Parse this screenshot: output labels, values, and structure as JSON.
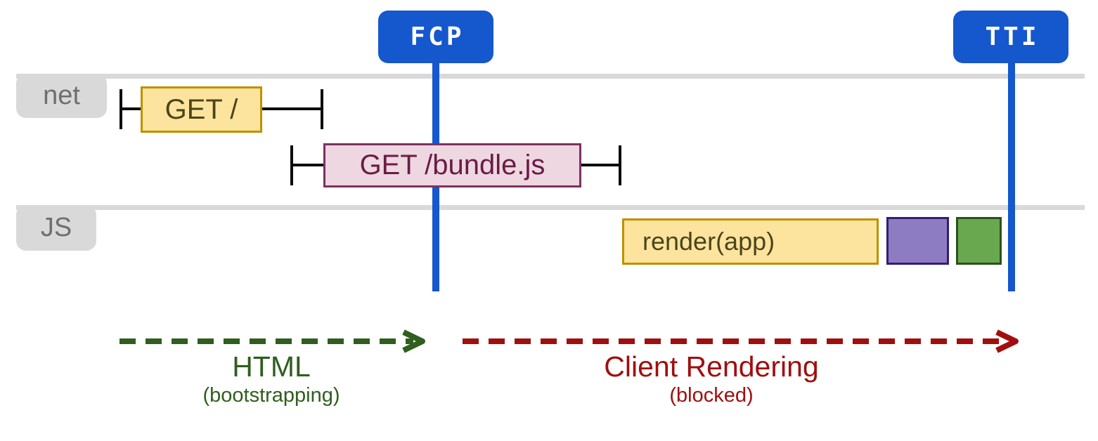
{
  "diagram": {
    "markers": [
      {
        "id": "fcp",
        "label": "FCP"
      },
      {
        "id": "tti",
        "label": "TTI"
      }
    ],
    "lanes": [
      {
        "id": "net",
        "label": "net"
      },
      {
        "id": "js",
        "label": "JS"
      }
    ],
    "network_requests": [
      {
        "label": "GET /"
      },
      {
        "label": "GET /bundle.js"
      }
    ],
    "js_tasks": [
      {
        "label": "render(app)",
        "color": "#fce49e"
      },
      {
        "label": "",
        "color": "#8e7cc3"
      },
      {
        "label": "",
        "color": "#6aa84f"
      }
    ],
    "phases": [
      {
        "title": "HTML",
        "subtitle": "(bootstrapping)",
        "color": "#2f5e1e"
      },
      {
        "title": "Client Rendering",
        "subtitle": "(blocked)",
        "color": "#a00e0e"
      }
    ],
    "colors": {
      "marker_blue": "#1557cd",
      "lane_gray": "#d9d9d9",
      "lane_text": "#6f6f6f",
      "task_yellow_fill": "#fce49e",
      "task_yellow_border": "#bf9000",
      "task_yellow_text": "#4c441a",
      "request_pink_fill": "#eed7e1",
      "request_pink_border": "#7d3160",
      "request_pink_text": "#6a1c44",
      "task_purple_fill": "#8e7cc3",
      "task_purple_border": "#351c75",
      "task_green_fill": "#6aa84f",
      "task_green_border": "#2c511c",
      "phase_green": "#2f5e1e",
      "phase_red": "#a00e0e"
    }
  }
}
